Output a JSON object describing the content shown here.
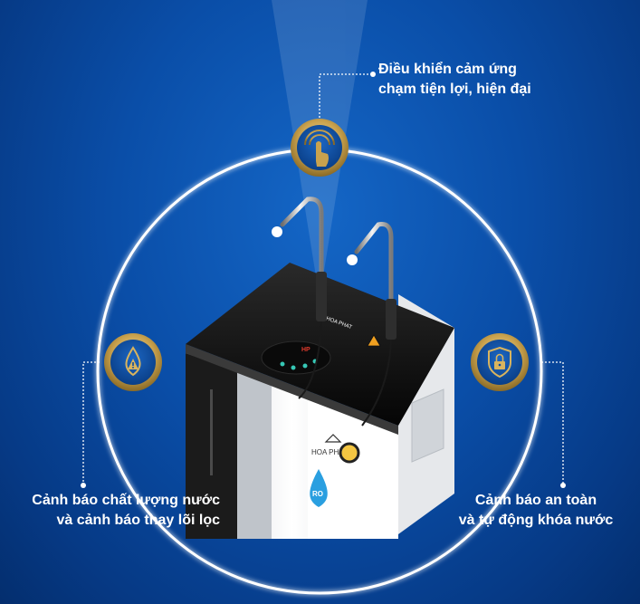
{
  "features": {
    "top": {
      "line1": "Điều khiển cảm ứng",
      "line2": "chạm tiện lợi, hiện đại",
      "icon": "touch-icon"
    },
    "left": {
      "line1": "Cảnh báo chất lượng nước",
      "line2": "và cảnh báo thay lõi lọc",
      "icon": "water-warning-icon"
    },
    "right": {
      "line1": "Cảnh báo an toàn",
      "line2": "và tự động khóa nước",
      "icon": "shield-lock-icon"
    }
  },
  "product": {
    "brand": "HOA PHAT",
    "panel_mark": "HP",
    "badge": "RO"
  },
  "colors": {
    "background": "#0a4ea8",
    "ring": "#ffffff",
    "icon_gold": "#c9a24e",
    "icon_fill": "#0d4a9c",
    "cabinet_top": "#111111",
    "cabinet_body": "#f2f2f2"
  }
}
